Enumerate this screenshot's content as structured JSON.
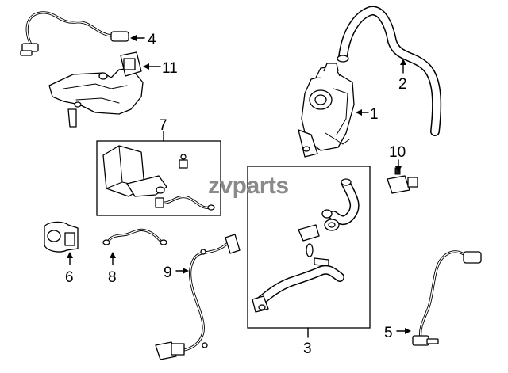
{
  "logo": {
    "text": "zvparts",
    "color": "#8a8a8a"
  },
  "callouts": {
    "c1": "1",
    "c2": "2",
    "c3": "3",
    "c4": "4",
    "c5": "5",
    "c6": "6",
    "c7": "7",
    "c8": "8",
    "c9": "9",
    "c10": "10",
    "c11": "11"
  },
  "colors": {
    "line": "#000000",
    "background": "#ffffff"
  }
}
